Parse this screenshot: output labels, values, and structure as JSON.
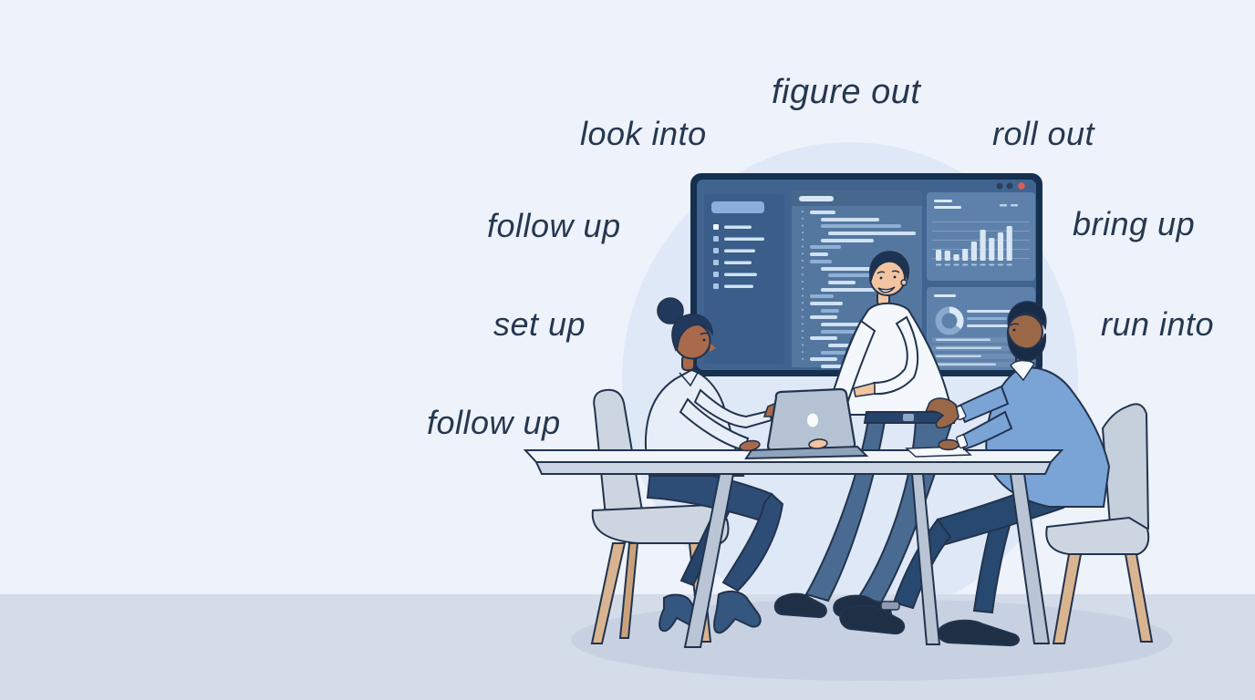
{
  "description": "Flat-style illustration: three colleagues meet at a table with a laptop in front of a large wall dashboard; English phrasal verbs float around them",
  "labels": [
    {
      "text": "figure out"
    },
    {
      "text": "look into"
    },
    {
      "text": "roll out"
    },
    {
      "text": "follow up"
    },
    {
      "text": "bring up"
    },
    {
      "text": "set up"
    },
    {
      "text": "run into"
    },
    {
      "text": "follow up"
    }
  ],
  "wall_screen": {
    "window_dots": [
      "#2b3f5b",
      "#2b3f5b",
      "#d95f57"
    ],
    "sidebar_rows": [
      30,
      44,
      34,
      30,
      36,
      32
    ],
    "code_lines": [
      [
        231,
        0,
        28,
        "L"
      ],
      [
        239,
        12,
        64,
        "L"
      ],
      [
        246,
        12,
        88,
        "D"
      ],
      [
        254,
        20,
        96,
        "L"
      ],
      [
        262,
        12,
        58,
        "L"
      ],
      [
        269,
        0,
        34,
        "D"
      ],
      [
        277,
        0,
        20,
        "L"
      ],
      [
        285,
        0,
        24,
        "D"
      ],
      [
        293,
        12,
        72,
        "L"
      ],
      [
        300,
        20,
        56,
        "D"
      ],
      [
        308,
        20,
        30,
        "L"
      ],
      [
        316,
        12,
        84,
        "L"
      ],
      [
        323,
        0,
        26,
        "D"
      ],
      [
        331,
        0,
        36,
        "L"
      ],
      [
        339,
        12,
        20,
        "D"
      ],
      [
        346,
        0,
        30,
        "L"
      ],
      [
        354,
        12,
        68,
        "L"
      ],
      [
        362,
        12,
        44,
        "D"
      ],
      [
        369,
        0,
        30,
        "L"
      ],
      [
        377,
        20,
        78,
        "L"
      ],
      [
        385,
        12,
        40,
        "D"
      ],
      [
        392,
        0,
        30,
        "L"
      ],
      [
        400,
        12,
        56,
        "L"
      ]
    ],
    "bar_chart_heights": [
      12,
      11,
      7,
      13,
      21,
      34,
      25,
      31,
      38
    ],
    "panel_b_stripes": [
      [
        370,
        60
      ],
      [
        379,
        72
      ],
      [
        388,
        50
      ],
      [
        397,
        66
      ]
    ],
    "palette": {
      "line_light": "#cfe2f4",
      "line_dim": "#8fb0d4",
      "bar_fill": "#d9e7f5",
      "tick": "#a9c4e2",
      "gutter_dot": "#9dbcdd",
      "sidebar_square": "#a9c6e6",
      "sidebar_square_active": "#eef5fc",
      "sidebar_line": "#cfe2f3"
    }
  },
  "colors": {
    "background": "#eef2fb",
    "floor": "#d4dcea",
    "blob": "#dfe8f6",
    "shadow": "#c4cfe0",
    "label_text": "#26384f",
    "screen_frame": "#16304f",
    "screen_inner": "#40648f",
    "table_top": "#f1f5fa",
    "chair": "#cdd5e1",
    "chair_leg_wood": "#d9b490"
  }
}
